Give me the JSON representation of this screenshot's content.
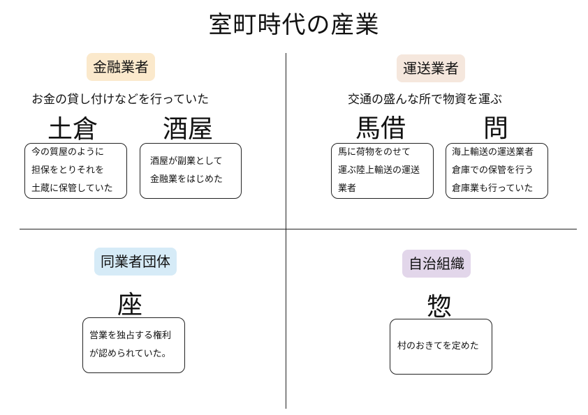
{
  "title": "室町時代の産業",
  "colors": {
    "finance_tag": "#fbe9cc",
    "transport_tag": "#f5e7dd",
    "guild_tag": "#d6ebf7",
    "autonomy_tag": "#e2d6ea",
    "lines": "#222222"
  },
  "quadrants": {
    "finance": {
      "tag": "金融業者",
      "description": "お金の貸し付けなどを行っていた",
      "items": [
        {
          "name": "土倉",
          "detail": "今の質屋のように\n担保をとりそれを\n土蔵に保管していた"
        },
        {
          "name": "酒屋",
          "detail": "酒屋が副業として\n金融業をはじめた"
        }
      ]
    },
    "transport": {
      "tag": "運送業者",
      "description": "交通の盛んな所で物資を運ぶ",
      "items": [
        {
          "name": "馬借",
          "detail": "馬に荷物をのせて\n運ぶ陸上輸送の運送\n業者"
        },
        {
          "name": "問",
          "detail": "海上輸送の運送業者\n倉庫での保管を行う\n倉庫業も行っていた"
        }
      ]
    },
    "guild": {
      "tag": "同業者団体",
      "items": [
        {
          "name": "座",
          "detail": "営業を独占する権利\nが認められていた。"
        }
      ]
    },
    "autonomy": {
      "tag": "自治組織",
      "items": [
        {
          "name": "惣",
          "detail": "村のおきてを定めた"
        }
      ]
    }
  }
}
